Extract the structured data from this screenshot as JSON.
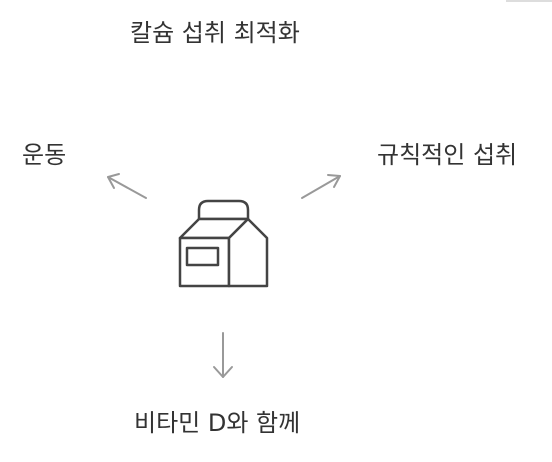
{
  "title": "칼슘 섭취 최적화",
  "center_icon": "milk-carton-icon",
  "branches": {
    "left": "운동",
    "right": "규칙적인 섭취",
    "bottom": "비타민 D와 함께"
  },
  "colors": {
    "text": "#333333",
    "icon_stroke": "#444444",
    "arrow": "#999999",
    "background": "#ffffff"
  }
}
